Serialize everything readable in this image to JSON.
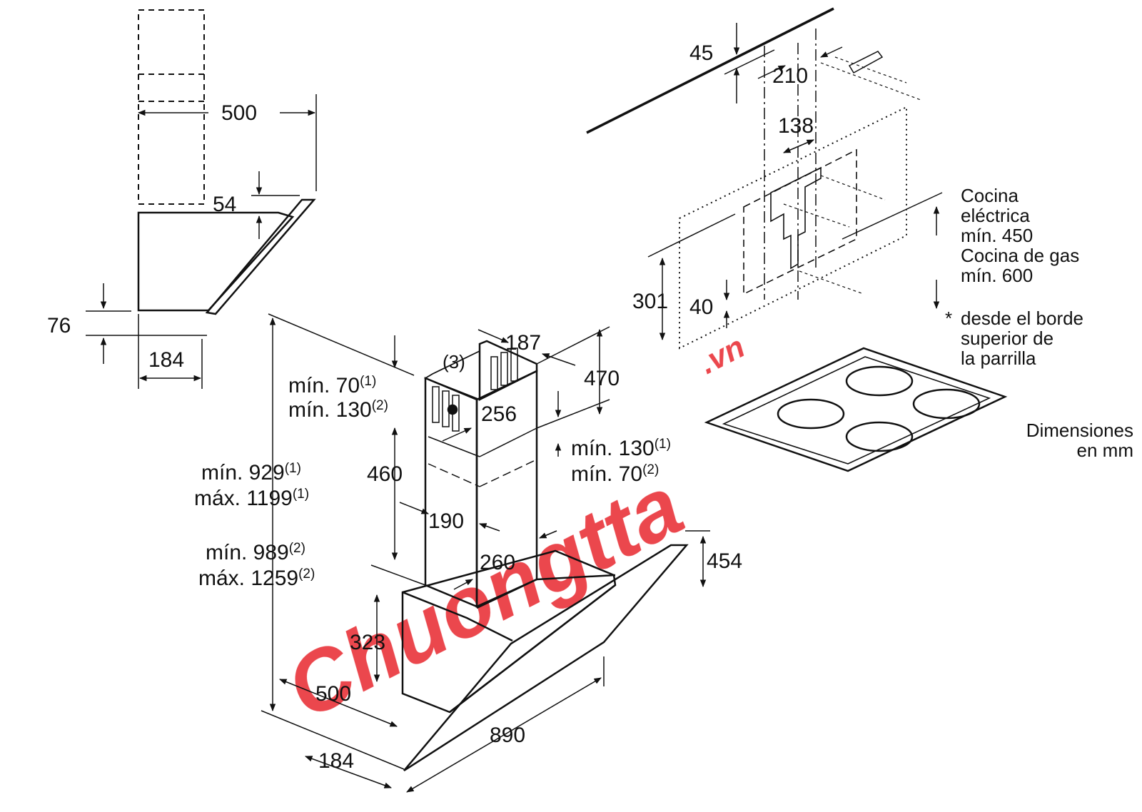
{
  "side_view": {
    "width_500": "500",
    "gap_54": "54",
    "height_76": "76",
    "depth_184": "184"
  },
  "wall_mount": {
    "top_45": "45",
    "spacing_210": "210",
    "spacing_138": "138",
    "height_301": "301",
    "offset_40": "40"
  },
  "hob_note": {
    "line1": "Cocina",
    "line2": "eléctrica",
    "line3": "mín. 450",
    "line4": "Cocina de gas",
    "line5": "mín. 600",
    "asterisk": "*",
    "line6": "desde el borde",
    "line7": "superior de",
    "line8": "la parrilla"
  },
  "units_note": {
    "line1": "Dimensiones",
    "line2": "en mm"
  },
  "main_view": {
    "chimney_187": "187",
    "chimney_470": "470",
    "chimney_256": "256",
    "vent_ref": "(3)",
    "min70": "mín. 70",
    "sup1": "(1)",
    "min130": "mín. 130",
    "sup2": "(2)",
    "dim_460": "460",
    "right_min130": "mín. 130",
    "right_min70": "mín. 70",
    "min929": "mín. 929",
    "max1199": "máx. 1199",
    "dim_190": "190",
    "dim_260": "260",
    "min989": "mín. 989",
    "max1259": "máx. 1259",
    "dim_454": "454",
    "dim_323": "323",
    "dim_500": "500",
    "dim_890": "890",
    "dim_184": "184"
  },
  "watermark": {
    "brand": "Chuongtta",
    "suffix": ".vn"
  }
}
